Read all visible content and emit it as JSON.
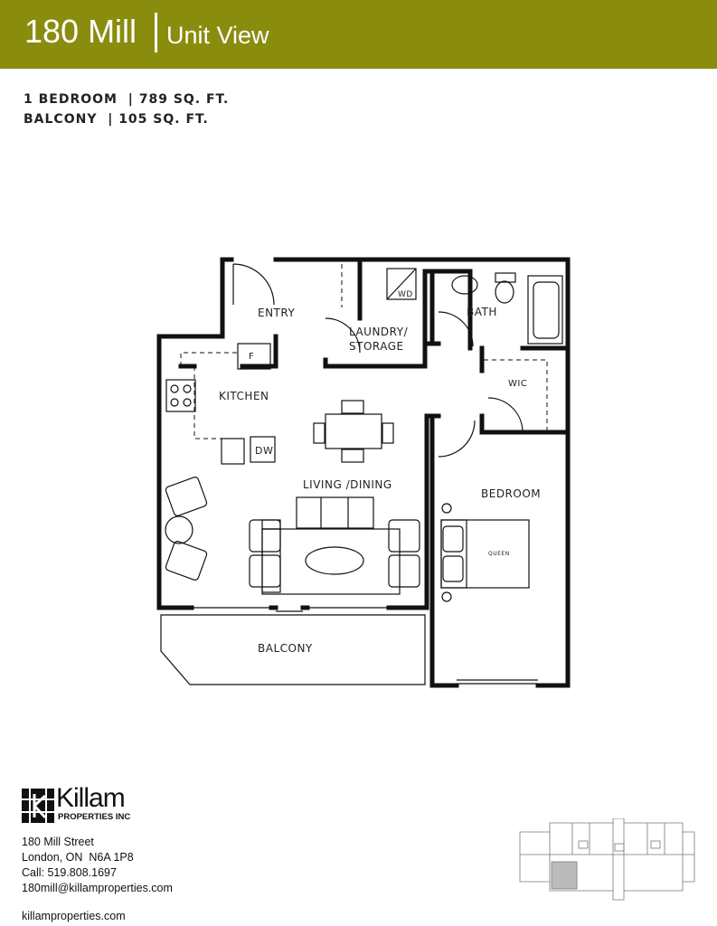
{
  "header": {
    "building": "180 Mill",
    "subtitle": "Unit View",
    "color": "#8a8c0e"
  },
  "specs": {
    "unit": "1 BEDROOM  | 789 SQ. FT.",
    "balcony": "BALCONY  | 105 SQ. FT."
  },
  "rooms": {
    "entry": "ENTRY",
    "laundry1": "LAUNDRY/",
    "laundry2": "STORAGE",
    "bath": "BATH",
    "wic": "WIC",
    "kitchen": "KITCHEN",
    "fridge": "F",
    "dishwasher": "DW",
    "washer_dryer": "WD",
    "living": "LIVING /DINING",
    "bedroom": "BEDROOM",
    "bed": "QUEEN",
    "balcony": "BALCONY"
  },
  "company": {
    "name": "Killam",
    "sub": "PROPERTIES INC",
    "address": "180 Mill Street",
    "city": "London, ON  N6A 1P8",
    "phone": "Call: 519.808.1697",
    "email": "180mill@killamproperties.com",
    "website": "killamproperties.com"
  }
}
